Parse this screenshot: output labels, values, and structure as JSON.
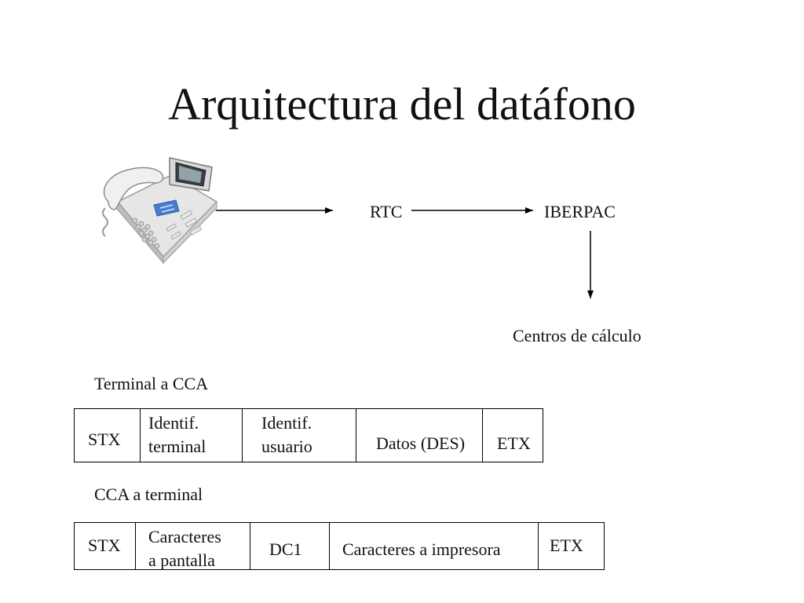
{
  "title": "Arquitectura del datáfono",
  "nodes": {
    "rtc": "RTC",
    "iberpac": "IBERPAC",
    "centros": "Centros de cálculo"
  },
  "frames": {
    "terminal_to_cca": {
      "caption": "Terminal a CCA",
      "fields": [
        "STX",
        "Identif.\nterminal",
        "Identif.\nusuario",
        "Datos (DES)",
        "ETX"
      ]
    },
    "cca_to_terminal": {
      "caption": "CCA a terminal",
      "fields": [
        "STX",
        "Caracteres\na pantalla",
        "DC1",
        "Caracteres a impresora",
        "ETX"
      ]
    }
  }
}
